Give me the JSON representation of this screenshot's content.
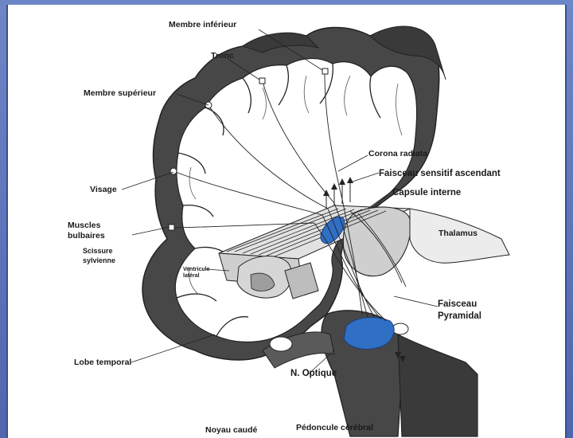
{
  "labels": {
    "membre_inferieur": "Membre inférieur",
    "tronc": "Tronc",
    "membre_superieur": "Membre supérieur",
    "visage": "Visage",
    "muscles_bulbaires_1": "Muscles",
    "muscles_bulbaires_2": "bulbaires",
    "scissure_sylvienne_1": "Scissure",
    "scissure_sylvienne_2": "sylvienne",
    "ventricule_1": "Ventricule",
    "ventricule_2": "latéral",
    "lobe_temporal": "Lobe temporal",
    "noyau_caude": "Noyau caudé",
    "corona_radiata": "Corona radiata",
    "faisceau_sensitif": "Faisceau sensitif ascendant",
    "capsule_interne": "Capsule interne",
    "thalamus": "Thalamus",
    "faisceau_pyramidal_1": "Faisceau",
    "faisceau_pyramidal_2": "Pyramidal",
    "n_optique": "N. Optique",
    "pedoncule_cerebral": "Pédoncule cérébral"
  },
  "colors": {
    "gray_matter": "#4a4a4a",
    "white_matter": "#ffffff",
    "nucleus_fill": "#cfcfcf",
    "highlight_blue": "#2f6fc4",
    "frame_blue": "#5b73b8"
  }
}
